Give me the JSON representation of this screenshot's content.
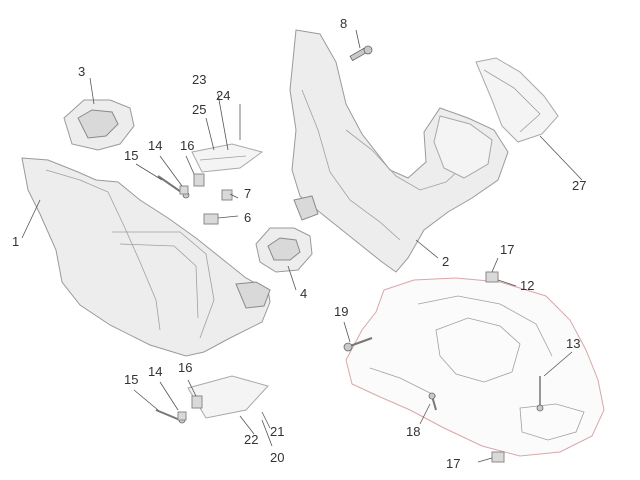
{
  "callouts": {
    "c1": "1",
    "c2": "2",
    "c3": "3",
    "c4": "4",
    "c6": "6",
    "c7": "7",
    "c8": "8",
    "c12": "12",
    "c13": "13",
    "c14a": "14",
    "c14b": "14",
    "c15a": "15",
    "c15b": "15",
    "c16a": "16",
    "c16b": "16",
    "c17a": "17",
    "c17b": "17",
    "c18": "18",
    "c19": "19",
    "c20": "20",
    "c21": "21",
    "c22": "22",
    "c23": "23",
    "c24": "24",
    "c25": "25",
    "c27": "27"
  }
}
